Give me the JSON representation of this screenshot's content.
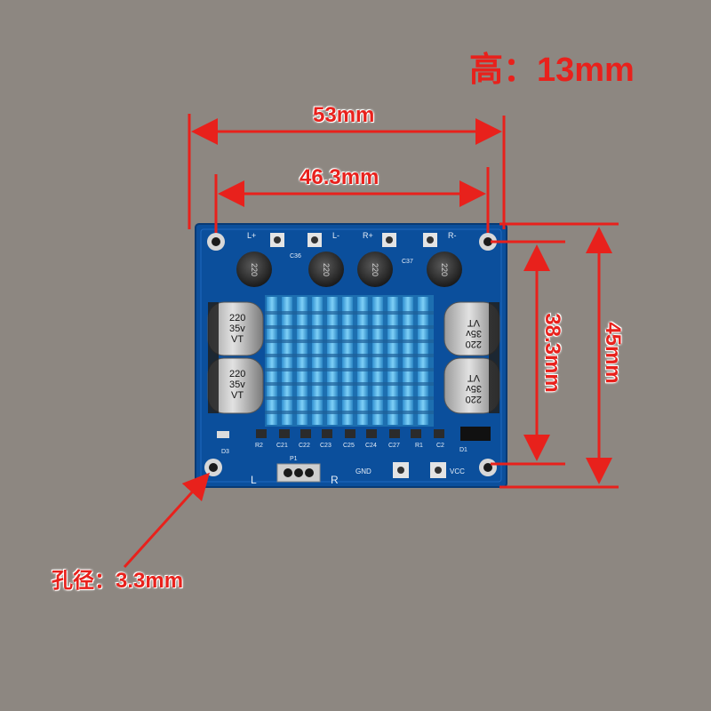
{
  "annotations": {
    "height_label": "高：13mm",
    "width_outer": "53mm",
    "width_inner": "46.3mm",
    "height_inner": "38.3mm",
    "height_outer": "45mm",
    "hole_diameter": "孔径：3.3mm"
  },
  "board": {
    "top_labels": [
      "L+",
      "L-",
      "R+",
      "R-"
    ],
    "cap_small": [
      "220",
      "220",
      "220",
      "220"
    ],
    "cap_small_labels": [
      "C36",
      "C37"
    ],
    "cap_big_left": [
      {
        "value": "220",
        "volt": "35v",
        "code": "VT"
      },
      {
        "value": "220",
        "volt": "35v",
        "code": "VT"
      }
    ],
    "cap_big_right": [
      {
        "value": "220",
        "volt": "35v",
        "code": "VT"
      },
      {
        "value": "220",
        "volt": "35v",
        "code": "VT"
      }
    ],
    "bottom_labels": [
      "D3",
      "R2",
      "C21",
      "C22",
      "C23",
      "C25",
      "C24",
      "C27",
      "R1",
      "C2",
      "D1"
    ],
    "pin_labels": {
      "gnd": "GND",
      "vcc": "VCC",
      "left": "L",
      "right": "R",
      "header": "P1"
    }
  },
  "colors": {
    "background": "#8c8680",
    "board": "#0b4f9c",
    "heatsink": "#39a9e4",
    "annotation": "#e8211c"
  }
}
